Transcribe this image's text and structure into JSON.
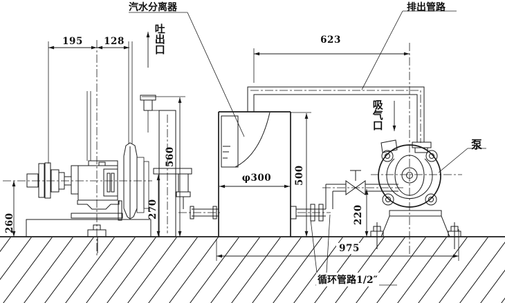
{
  "colors": {
    "line": "#1a1a1a",
    "background": "#ffffff"
  },
  "labels": {
    "separator": "汽水分离器",
    "discharge_pipe": "排出管路",
    "discharge_port": "吐出口",
    "suction_port": "吸气口",
    "pump": "泵",
    "circulation_pipe": "循环管路1/2″"
  },
  "dimensions": {
    "dim_195": "195",
    "dim_128": "128",
    "dim_623": "623",
    "dim_260": "260",
    "dim_270": "270",
    "dim_560": "560",
    "dim_500": "500",
    "dim_phi300": "φ300",
    "dim_220": "220",
    "dim_975": "975"
  }
}
